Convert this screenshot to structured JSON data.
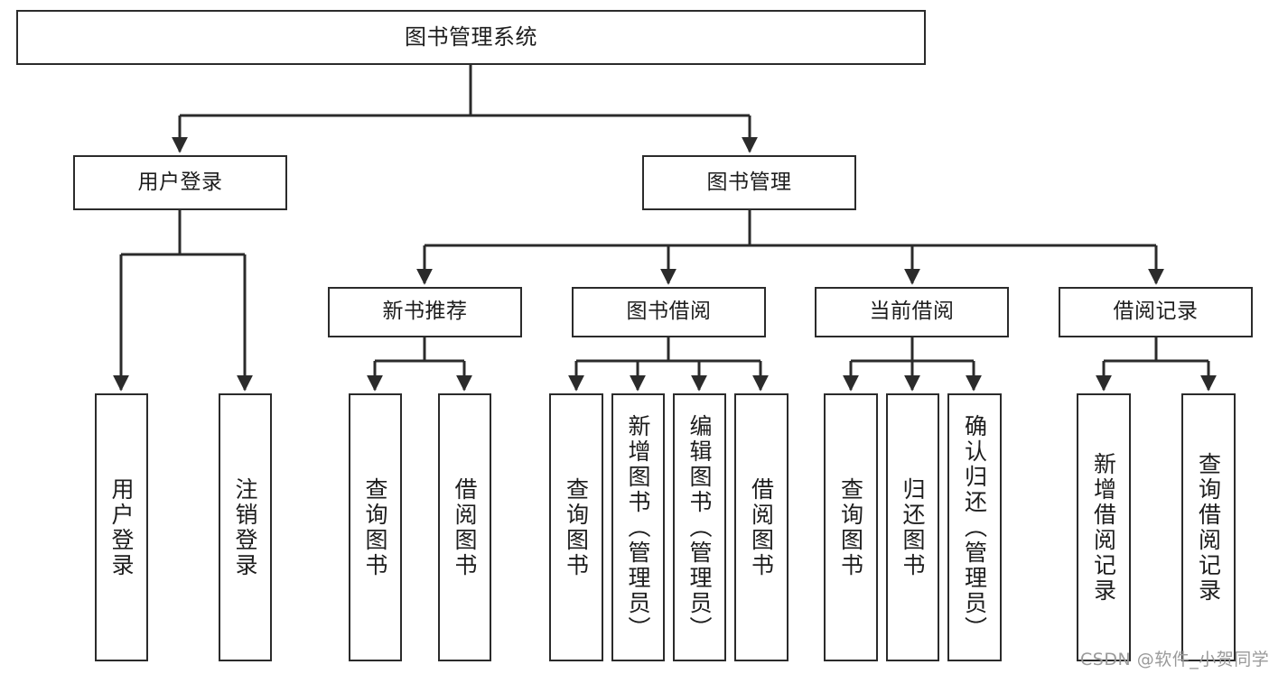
{
  "diagram": {
    "title": "图书管理系统",
    "type": "hierarchy-tree",
    "watermark": "CSDN @软件_小贺同学",
    "line_color": "#2b2b2b",
    "box_fill": "#ffffff",
    "text_color": "#1d1d1d"
  },
  "nodes": {
    "root": {
      "label": "图书管理系统",
      "level": 1
    },
    "level2": [
      {
        "id": "user-login",
        "label": "用户登录"
      },
      {
        "id": "book-manage",
        "label": "图书管理"
      }
    ],
    "level3": [
      {
        "id": "new-book-recommend",
        "label": "新书推荐",
        "parent": "book-manage"
      },
      {
        "id": "book-borrow",
        "label": "图书借阅",
        "parent": "book-manage"
      },
      {
        "id": "current-borrow",
        "label": "当前借阅",
        "parent": "book-manage"
      },
      {
        "id": "borrow-record",
        "label": "借阅记录",
        "parent": "book-manage"
      }
    ],
    "leaves": [
      {
        "id": "leaf-user-login",
        "label": "用户登录",
        "parent": "user-login"
      },
      {
        "id": "leaf-logout",
        "label": "注销登录",
        "parent": "user-login"
      },
      {
        "id": "leaf-query-book-1",
        "label": "查询图书",
        "parent": "new-book-recommend"
      },
      {
        "id": "leaf-borrow-book-1",
        "label": "借阅图书",
        "parent": "new-book-recommend"
      },
      {
        "id": "leaf-query-book-2",
        "label": "查询图书",
        "parent": "book-borrow"
      },
      {
        "id": "leaf-add-book",
        "label": "新增图书（管理员）",
        "parent": "book-borrow"
      },
      {
        "id": "leaf-edit-book",
        "label": "编辑图书（管理员）",
        "parent": "book-borrow"
      },
      {
        "id": "leaf-borrow-book-2",
        "label": "借阅图书",
        "parent": "book-borrow"
      },
      {
        "id": "leaf-query-book-3",
        "label": "查询图书",
        "parent": "current-borrow"
      },
      {
        "id": "leaf-return-book",
        "label": "归还图书",
        "parent": "current-borrow"
      },
      {
        "id": "leaf-confirm-return",
        "label": "确认归还（管理员）",
        "parent": "current-borrow"
      },
      {
        "id": "leaf-add-record",
        "label": "新增借阅记录",
        "parent": "borrow-record"
      },
      {
        "id": "leaf-query-record",
        "label": "查询借阅记录",
        "parent": "borrow-record"
      }
    ]
  },
  "chart_data": {
    "type": "table",
    "title": "图书管理系统",
    "categories": [
      "用户登录",
      "图书管理"
    ],
    "series": [
      {
        "name": "用户登录",
        "values": [
          "用户登录",
          "注销登录"
        ]
      },
      {
        "name": "新书推荐",
        "values": [
          "查询图书",
          "借阅图书"
        ]
      },
      {
        "name": "图书借阅",
        "values": [
          "查询图书",
          "新增图书（管理员）",
          "编辑图书（管理员）",
          "借阅图书"
        ]
      },
      {
        "name": "当前借阅",
        "values": [
          "查询图书",
          "归还图书",
          "确认归还（管理员）"
        ]
      },
      {
        "name": "借阅记录",
        "values": [
          "新增借阅记录",
          "查询借阅记录"
        ]
      }
    ]
  }
}
